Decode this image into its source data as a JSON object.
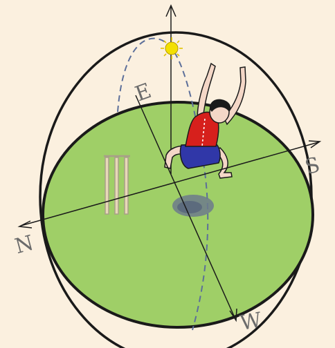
{
  "colors": {
    "background": "#fbf0df",
    "field": "#9fcf67",
    "outline": "#1a1a1a",
    "sun": "#f3e000",
    "sun_path": "#5c6f9a",
    "label": "#6b6b6b",
    "shirt": "#d6201c",
    "shorts": "#3037a8",
    "skin": "#f4d7c7",
    "shadow": "#6c7a8c",
    "wickets": "#e8d8b8"
  },
  "labels": {
    "north": "N",
    "south": "S",
    "east": "E",
    "west": "W"
  },
  "icons": {
    "sun": "sun-icon",
    "player": "jumping-boy-figure",
    "stumps": "cricket-stumps",
    "shadow": "shadow-blob"
  }
}
